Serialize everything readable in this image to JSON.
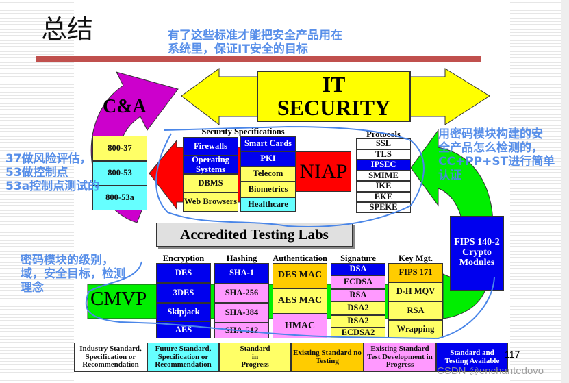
{
  "title": "总结",
  "notes": {
    "top": [
      "有了这些标准才能把安全产品用在",
      "系统里，保证IT安全的目标"
    ],
    "left": [
      "37做风险评估，",
      "53做控制点",
      "53a控制点测试的"
    ],
    "right": [
      "用密码模块构建的安",
      "全产品怎么检测的，",
      "CC+PP+ST进行简单",
      "认证"
    ],
    "bottom_left": [
      "密码模块的级别，",
      "域，安全目标，检测",
      "理念"
    ]
  },
  "diagram": {
    "it_security": [
      "IT",
      "SECURITY"
    ],
    "ca": "C&A",
    "ca_docs": [
      "800-37",
      "800-53",
      "800-53a"
    ],
    "security_specs_label": "Security Specifications",
    "specs_col1": [
      "Firewalls",
      "Operating Systems",
      "DBMS",
      "Web Browsers"
    ],
    "specs_col2": [
      "Smart Cards",
      "PKI",
      "Telecom",
      "Biometrics",
      "Healthcare"
    ],
    "niap": "NIAP",
    "protocols_label": "Protocols",
    "protocols": [
      "SSL",
      "TLS",
      "IPSEC",
      "SMIME",
      "IKE",
      "EKE",
      "SPEKE"
    ],
    "testing_labs": "Accredited Testing Labs",
    "fips": [
      "FIPS 140-2",
      "Crypto",
      "Modules"
    ],
    "cmvp": "CMVP",
    "categories": [
      "Encryption",
      "Hashing",
      "Authentication",
      "Signature",
      "Key Mgt."
    ],
    "encryption": [
      "DES",
      "3DES",
      "Skipjack",
      "AES"
    ],
    "hashing": [
      "SHA-1",
      "SHA-256",
      "SHA-384",
      "SHA-512"
    ],
    "authentication": [
      "DES MAC",
      "AES MAC",
      "HMAC"
    ],
    "signature": [
      "DSA",
      "ECDSA",
      "RSA",
      "DSA2",
      "RSA2",
      "ECDSA2"
    ],
    "key_mgt": [
      "FIPS 171",
      "D-H MQV",
      "RSA",
      "Wrapping"
    ],
    "legend": [
      "Industry Standard, Specification or Recommendation",
      "Future Standard, Specification or Recommendation",
      "Standard in Progress",
      "Existing Standard no Testing",
      "Existing Standard Test Development in Progress",
      "Standard and Testing Available"
    ]
  },
  "page_number": "117",
  "watermark": "CSDN @enchantedovo",
  "colors": {
    "annotation": "#4a86e8",
    "standard_available": "#0000ee",
    "future": "#66ffff",
    "in_progress": "#ffff66",
    "no_testing": "#ffcc00",
    "test_dev": "#ff99ff"
  }
}
